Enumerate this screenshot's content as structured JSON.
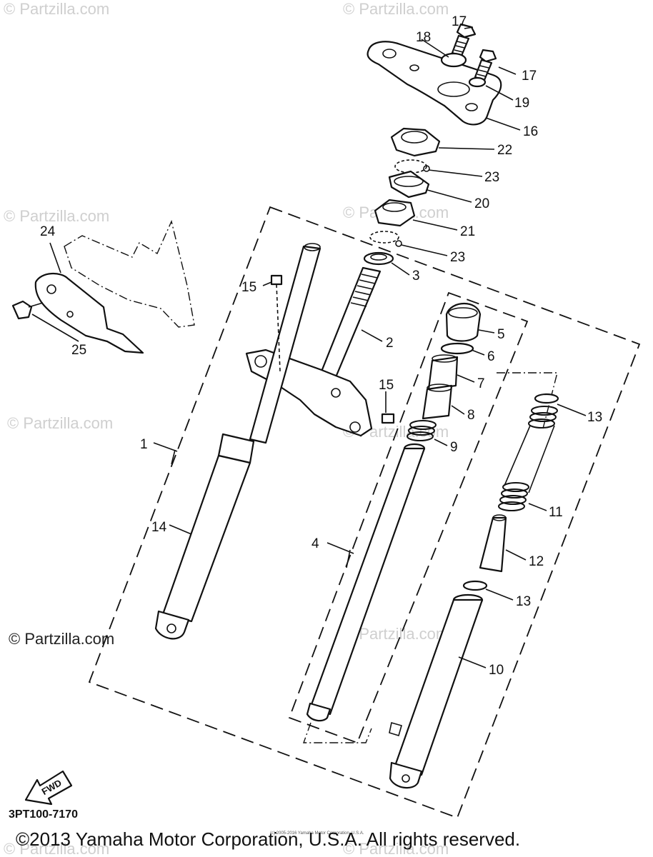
{
  "watermarks": {
    "partzilla": "© Partzilla.com"
  },
  "parts": [
    {
      "ref": "1"
    },
    {
      "ref": "2"
    },
    {
      "ref": "3"
    },
    {
      "ref": "4"
    },
    {
      "ref": "5"
    },
    {
      "ref": "6"
    },
    {
      "ref": "7"
    },
    {
      "ref": "8"
    },
    {
      "ref": "9"
    },
    {
      "ref": "10"
    },
    {
      "ref": "11"
    },
    {
      "ref": "12"
    },
    {
      "ref": "13"
    },
    {
      "ref": "14"
    },
    {
      "ref": "15"
    },
    {
      "ref": "16"
    },
    {
      "ref": "17"
    },
    {
      "ref": "18"
    },
    {
      "ref": "19"
    },
    {
      "ref": "20"
    },
    {
      "ref": "21"
    },
    {
      "ref": "22"
    },
    {
      "ref": "23"
    },
    {
      "ref": "24"
    },
    {
      "ref": "25"
    }
  ],
  "diagram_code": "3PT100-7170",
  "fwd_label": "FWD",
  "small_copyright": "(c) 2005-2016 Yamaha Motor Corporation, U.S.A.",
  "copyright": "©2013 Yamaha Motor Corporation, U.S.A. All rights reserved."
}
